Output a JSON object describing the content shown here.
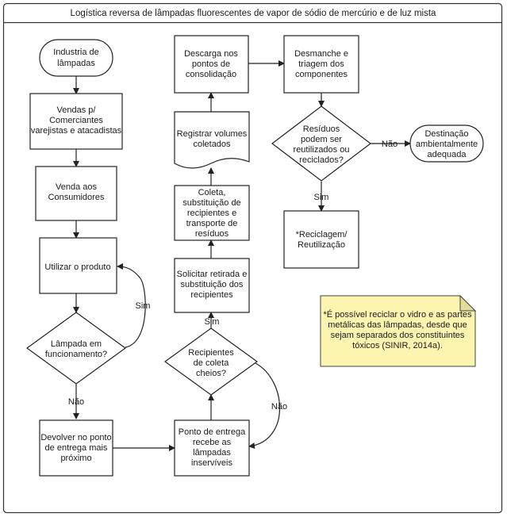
{
  "title": "Logística reversa de lâmpadas fluorescentes de vapor de sódio de mercúrio e de luz mista",
  "nodes": {
    "industria": [
      "Industria de",
      "lâmpadas"
    ],
    "vendas_comerciantes": [
      "Vendas p/",
      "Comerciantes",
      "varejistas e atacadistas"
    ],
    "venda_consumidores": [
      "Venda aos",
      "Consumidores"
    ],
    "utilizar": [
      "Utilizar o produto"
    ],
    "lampada_funcionamento": [
      "Lâmpada em",
      "funcionamento?"
    ],
    "devolver": [
      "Devolver no ponto",
      "de entrega mais",
      "próximo"
    ],
    "ponto_entrega": [
      "Ponto de entrega",
      "recebe as",
      "lâmpadas",
      "inservíveis"
    ],
    "recipientes_cheios": [
      "Recipientes",
      "de coleta",
      "cheios?"
    ],
    "solicitar_retirada": [
      "Solicitar retirada e",
      "substituição dos",
      "recipientes"
    ],
    "coleta_substituicao": [
      "Coleta,",
      "substituição de",
      "recipientes e",
      "transporte de",
      "resíduos"
    ],
    "registrar_volumes": [
      "Registrar volumes",
      "coletados"
    ],
    "descarga": [
      "Descarga nos",
      "pontos de",
      "consolidação"
    ],
    "desmanche": [
      "Desmanche e",
      "triagem dos",
      "componentes"
    ],
    "residuos_reutilizados": [
      "Resíduos",
      "podem ser",
      "reutilizados ou",
      "reciclados?"
    ],
    "destinacao": [
      "Destinação",
      "ambientalmente",
      "adequada"
    ],
    "reciclagem": [
      "*Reciclagem/",
      "Reutilização"
    ]
  },
  "edge_labels": {
    "sim_funcionamento": "Sim",
    "nao_funcionamento": "Não",
    "sim_cheios": "Sim",
    "nao_cheios": "Não",
    "nao_residuos": "Não",
    "sim_residuos": "Sim"
  },
  "note": [
    "*É possível reciclar o vidro e as partes",
    "metálicas das lâmpadas, desde que",
    "sejam separados dos constituintes",
    "tóxicos (SINIR, 2014a)."
  ],
  "colors": {
    "note_fill": "#fcf5b0",
    "note_fold": "#e4dc98",
    "stroke": "#222222",
    "background": "#ffffff"
  }
}
